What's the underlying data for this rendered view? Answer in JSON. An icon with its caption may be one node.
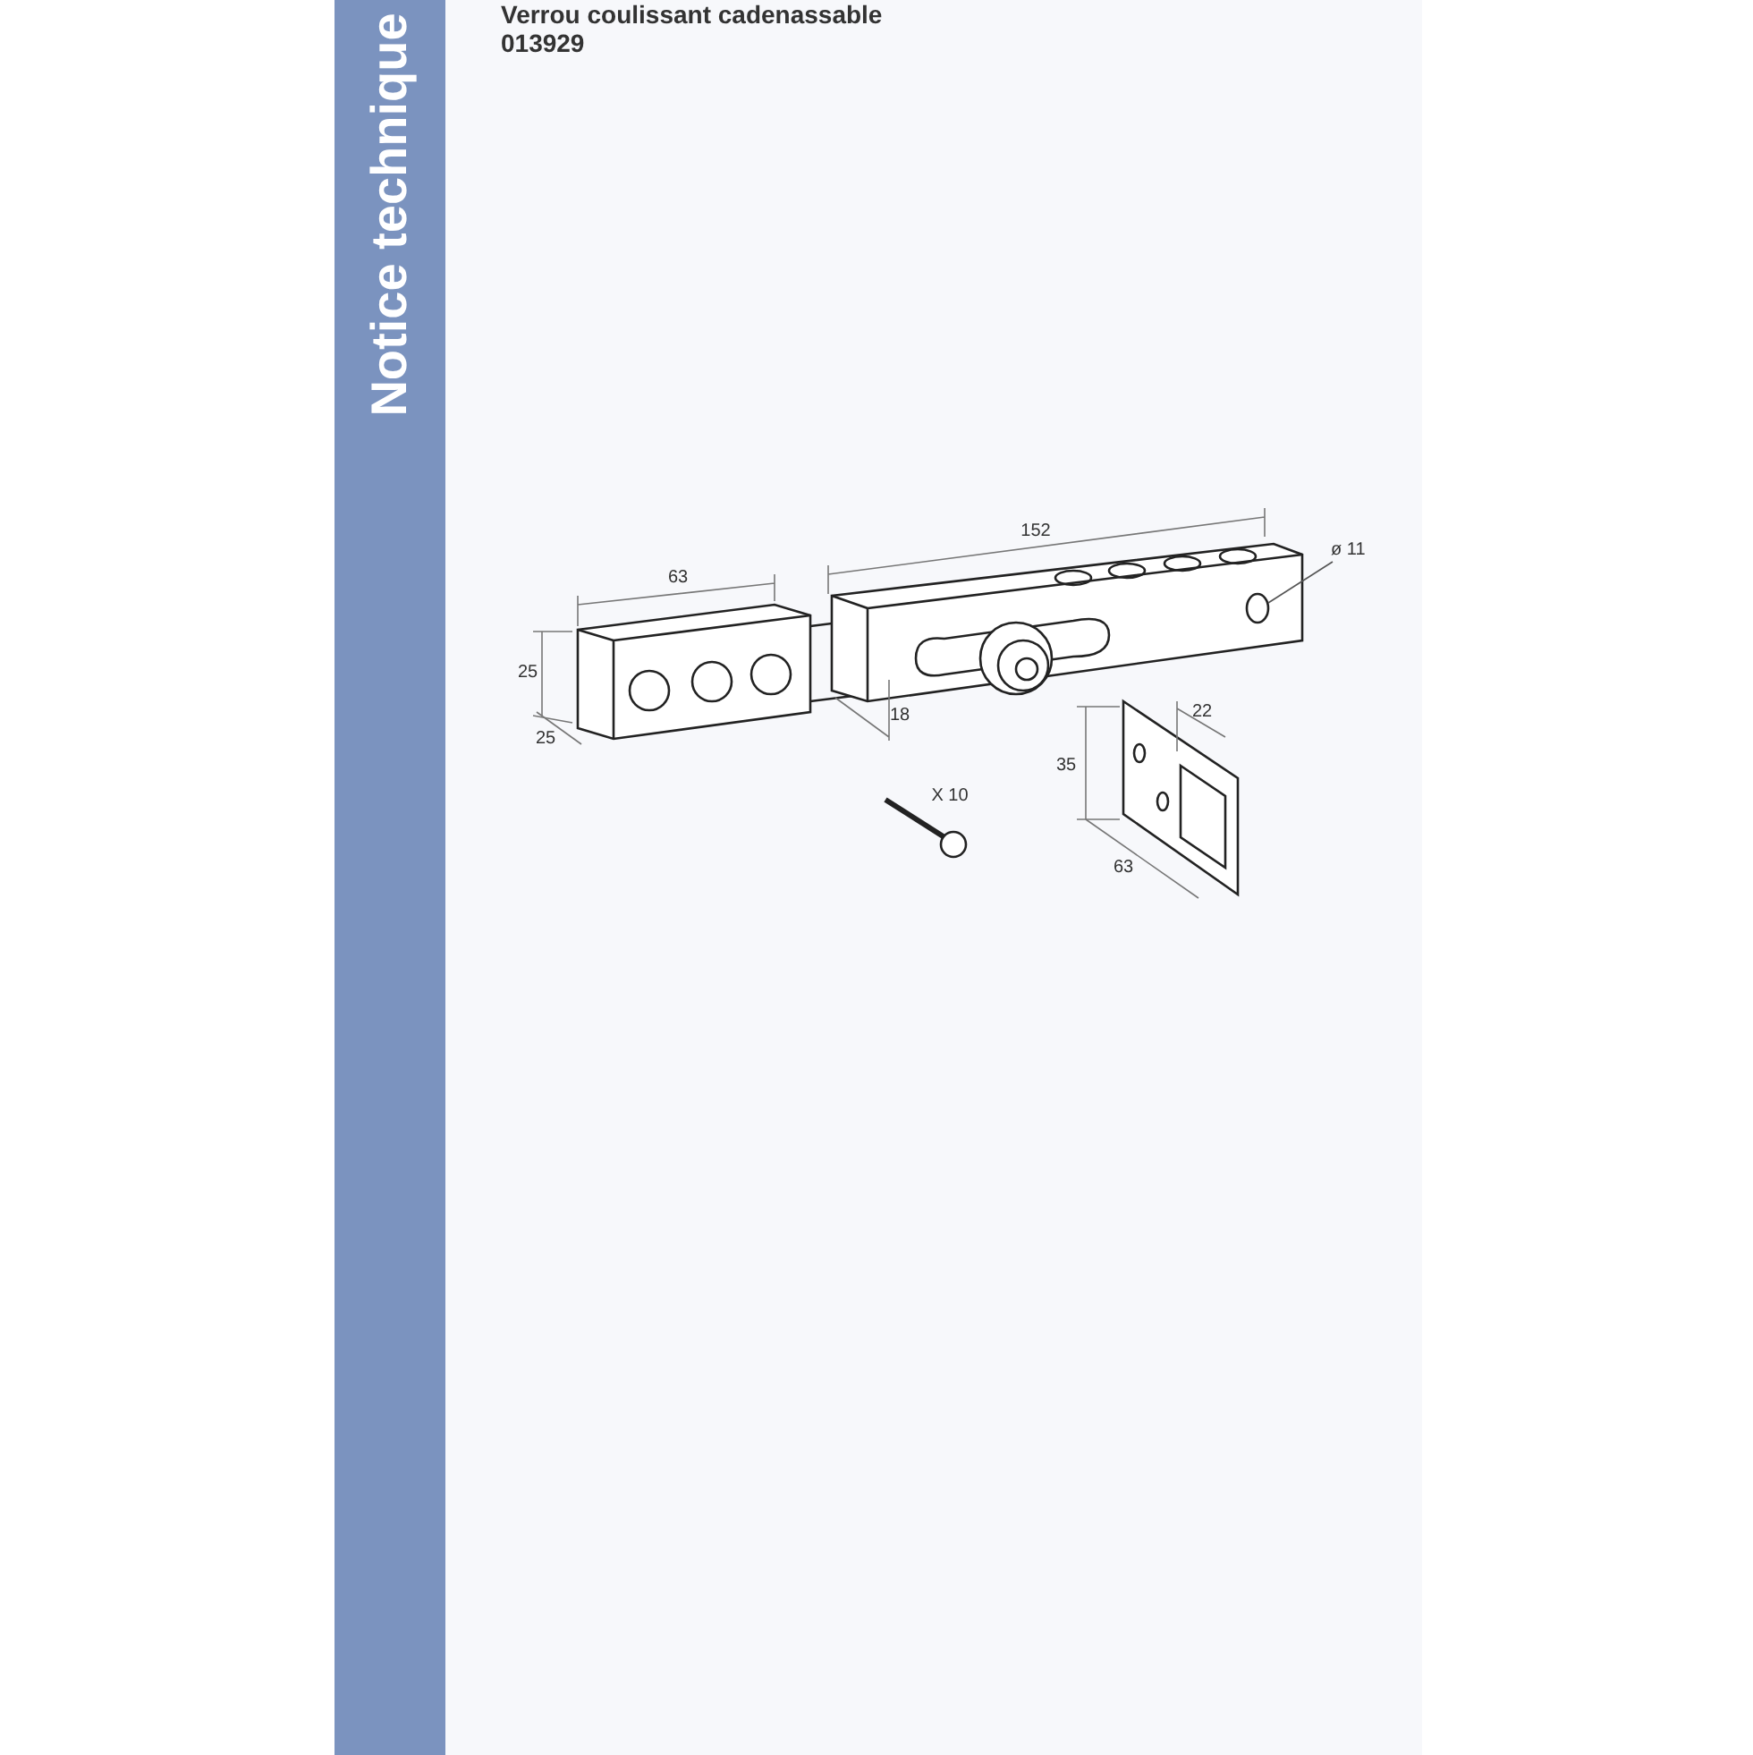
{
  "diagram": {
    "title": "Verrou coulissant cadenassable",
    "nodes": [
      {
        "text": [
          "ø 11"
        ]
      },
      {
        "text": [],
        "shape": "circle"
      }
    ],
    "edges": [
      {
        "from": 0,
        "to": 1,
        "arrow": "none"
      }
    ],
    "labels": [
      "Notice technique",
      "013929",
      "63",
      "152",
      "25",
      "25",
      "18",
      "X 10",
      "22",
      "35",
      "63"
    ]
  }
}
